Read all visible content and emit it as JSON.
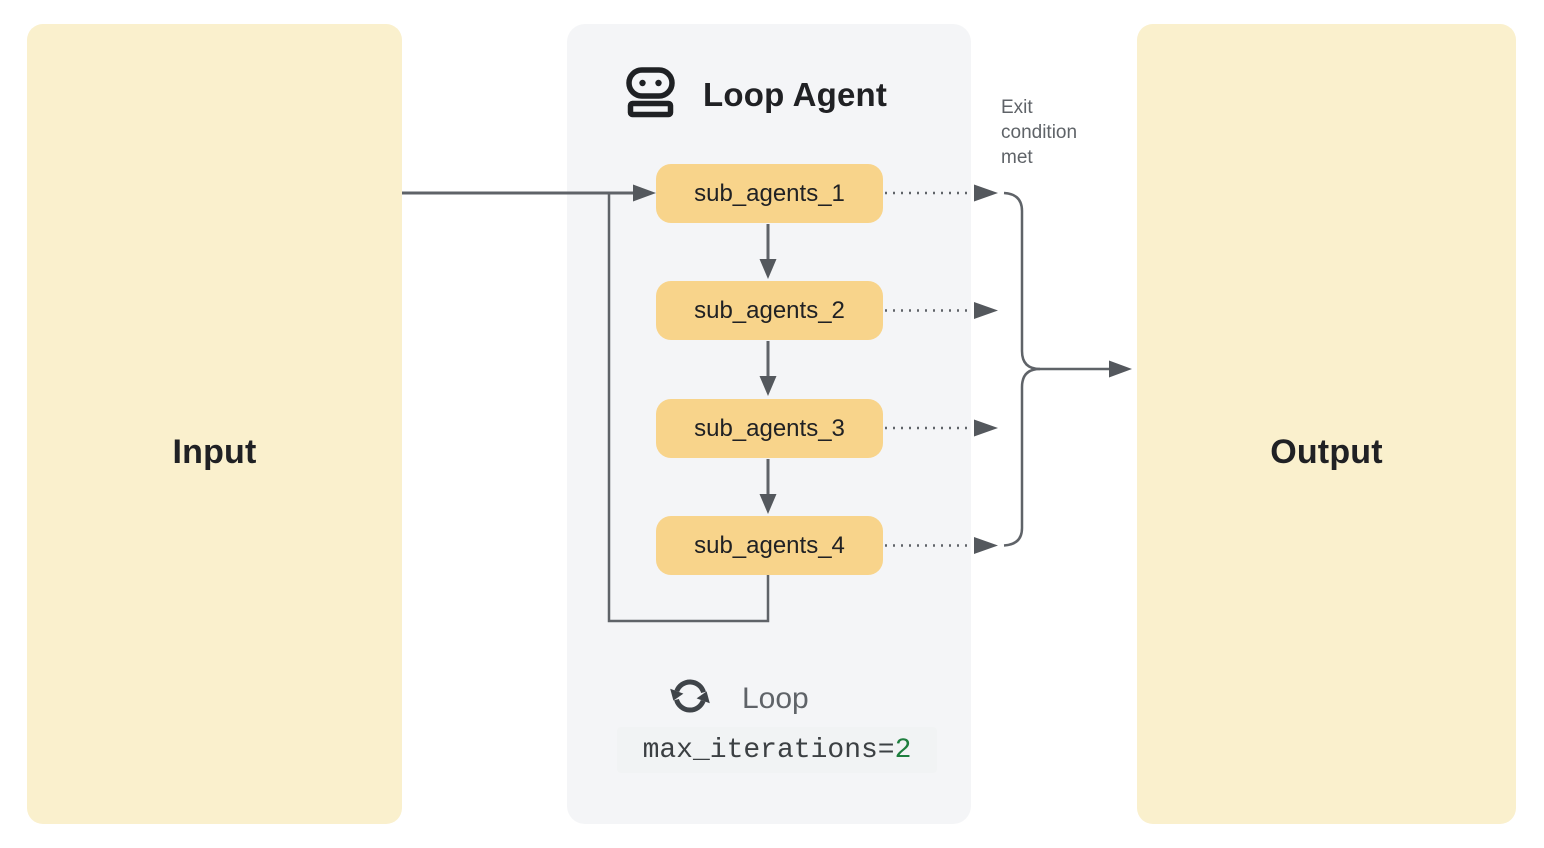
{
  "diagram_title": "Loop Agent",
  "input": {
    "label": "Input"
  },
  "output": {
    "label": "Output"
  },
  "panel": {
    "title": "Loop Agent",
    "title_icon": "robot-icon",
    "sub_agents": [
      "sub_agents_1",
      "sub_agents_2",
      "sub_agents_3",
      "sub_agents_4"
    ],
    "loop": {
      "icon": "loop-icon",
      "label": "Loop",
      "code_prefix": "max_iterations=",
      "code_value": "2"
    }
  },
  "annotations": {
    "exit_condition": "Exit condition met"
  },
  "colors": {
    "io_box_yellow": "#FAF0CD",
    "agent_box_orange": "#F8D48B",
    "panel_gray": "#F4F5F7",
    "connector_gray": "#5F6368",
    "arrowhead_gray": "#54585D",
    "text_dark": "#202124",
    "text_gray": "#5F6368",
    "code_chip_bg": "#F1F3F4",
    "code_value_green": "#1E7E3E",
    "icon_dark": "#1F2124"
  }
}
